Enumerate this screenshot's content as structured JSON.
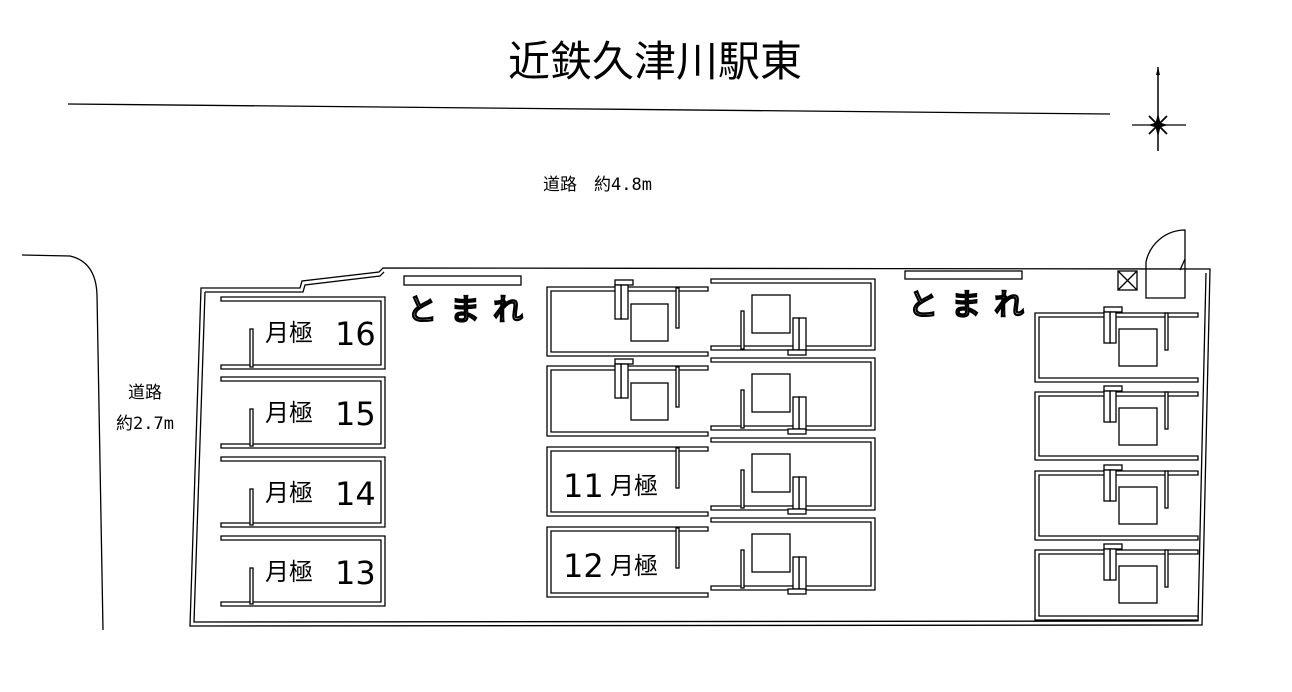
{
  "title": "近鉄久津川駅東",
  "road_top": "道路　約4.8m",
  "road_left": {
    "line1": "道路",
    "line2": "約2.7m"
  },
  "stop_markings": [
    "とまれ",
    "とまれ"
  ],
  "monthly_label": "月極",
  "spaces_left": [
    {
      "number": "16",
      "label": "月極"
    },
    {
      "number": "15",
      "label": "月極"
    },
    {
      "number": "14",
      "label": "月極"
    },
    {
      "number": "13",
      "label": "月極"
    }
  ],
  "spaces_center": [
    {
      "number": "11",
      "label": "月極"
    },
    {
      "number": "12",
      "label": "月極"
    }
  ],
  "icons": {
    "compass": "north-arrow-icon",
    "door": "door-swing-icon",
    "box": "utility-box-icon"
  }
}
